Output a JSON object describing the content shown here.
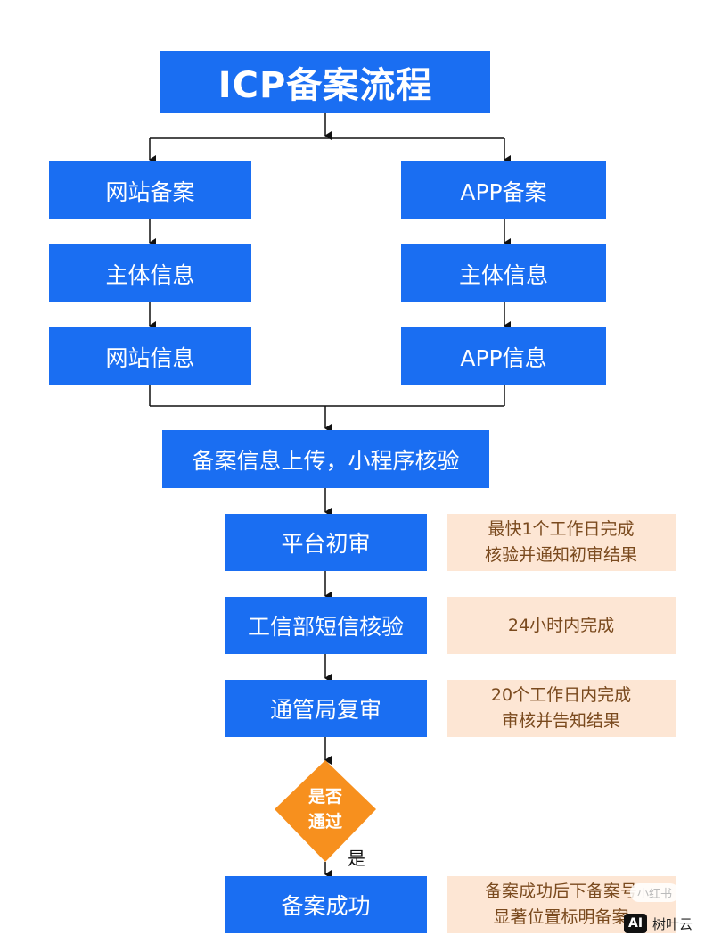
{
  "title": "ICP备案流程",
  "left_branch": {
    "start": "网站备案",
    "step1": "主体信息",
    "step2": "网站信息"
  },
  "right_branch": {
    "start": "APP备案",
    "step1": "主体信息",
    "step2": "APP信息"
  },
  "steps": {
    "upload": "备案信息上传，小程序核验",
    "initial_review": "平台初审",
    "sms_verify": "工信部短信核验",
    "bureau_review": "通管局复审",
    "decision_line1": "是否",
    "decision_line2": "通过",
    "decision_yes": "是",
    "success": "备案成功"
  },
  "notes": {
    "initial_review": [
      "最快1个工作日完成",
      "核验并通知初审结果"
    ],
    "sms_verify": [
      "24小时内完成"
    ],
    "bureau_review": [
      "20个工作日内完成",
      "审核并告知结果"
    ],
    "success": [
      "备案成功后下备案号",
      "显著位置标明备案"
    ]
  },
  "watermark": {
    "badge": "AI",
    "text": "树叶云",
    "top": "小红书"
  },
  "colors": {
    "box": "#1a6ef2",
    "note_bg": "#fde6d4",
    "note_text": "#7a4a1e",
    "diamond": "#f7901e"
  }
}
